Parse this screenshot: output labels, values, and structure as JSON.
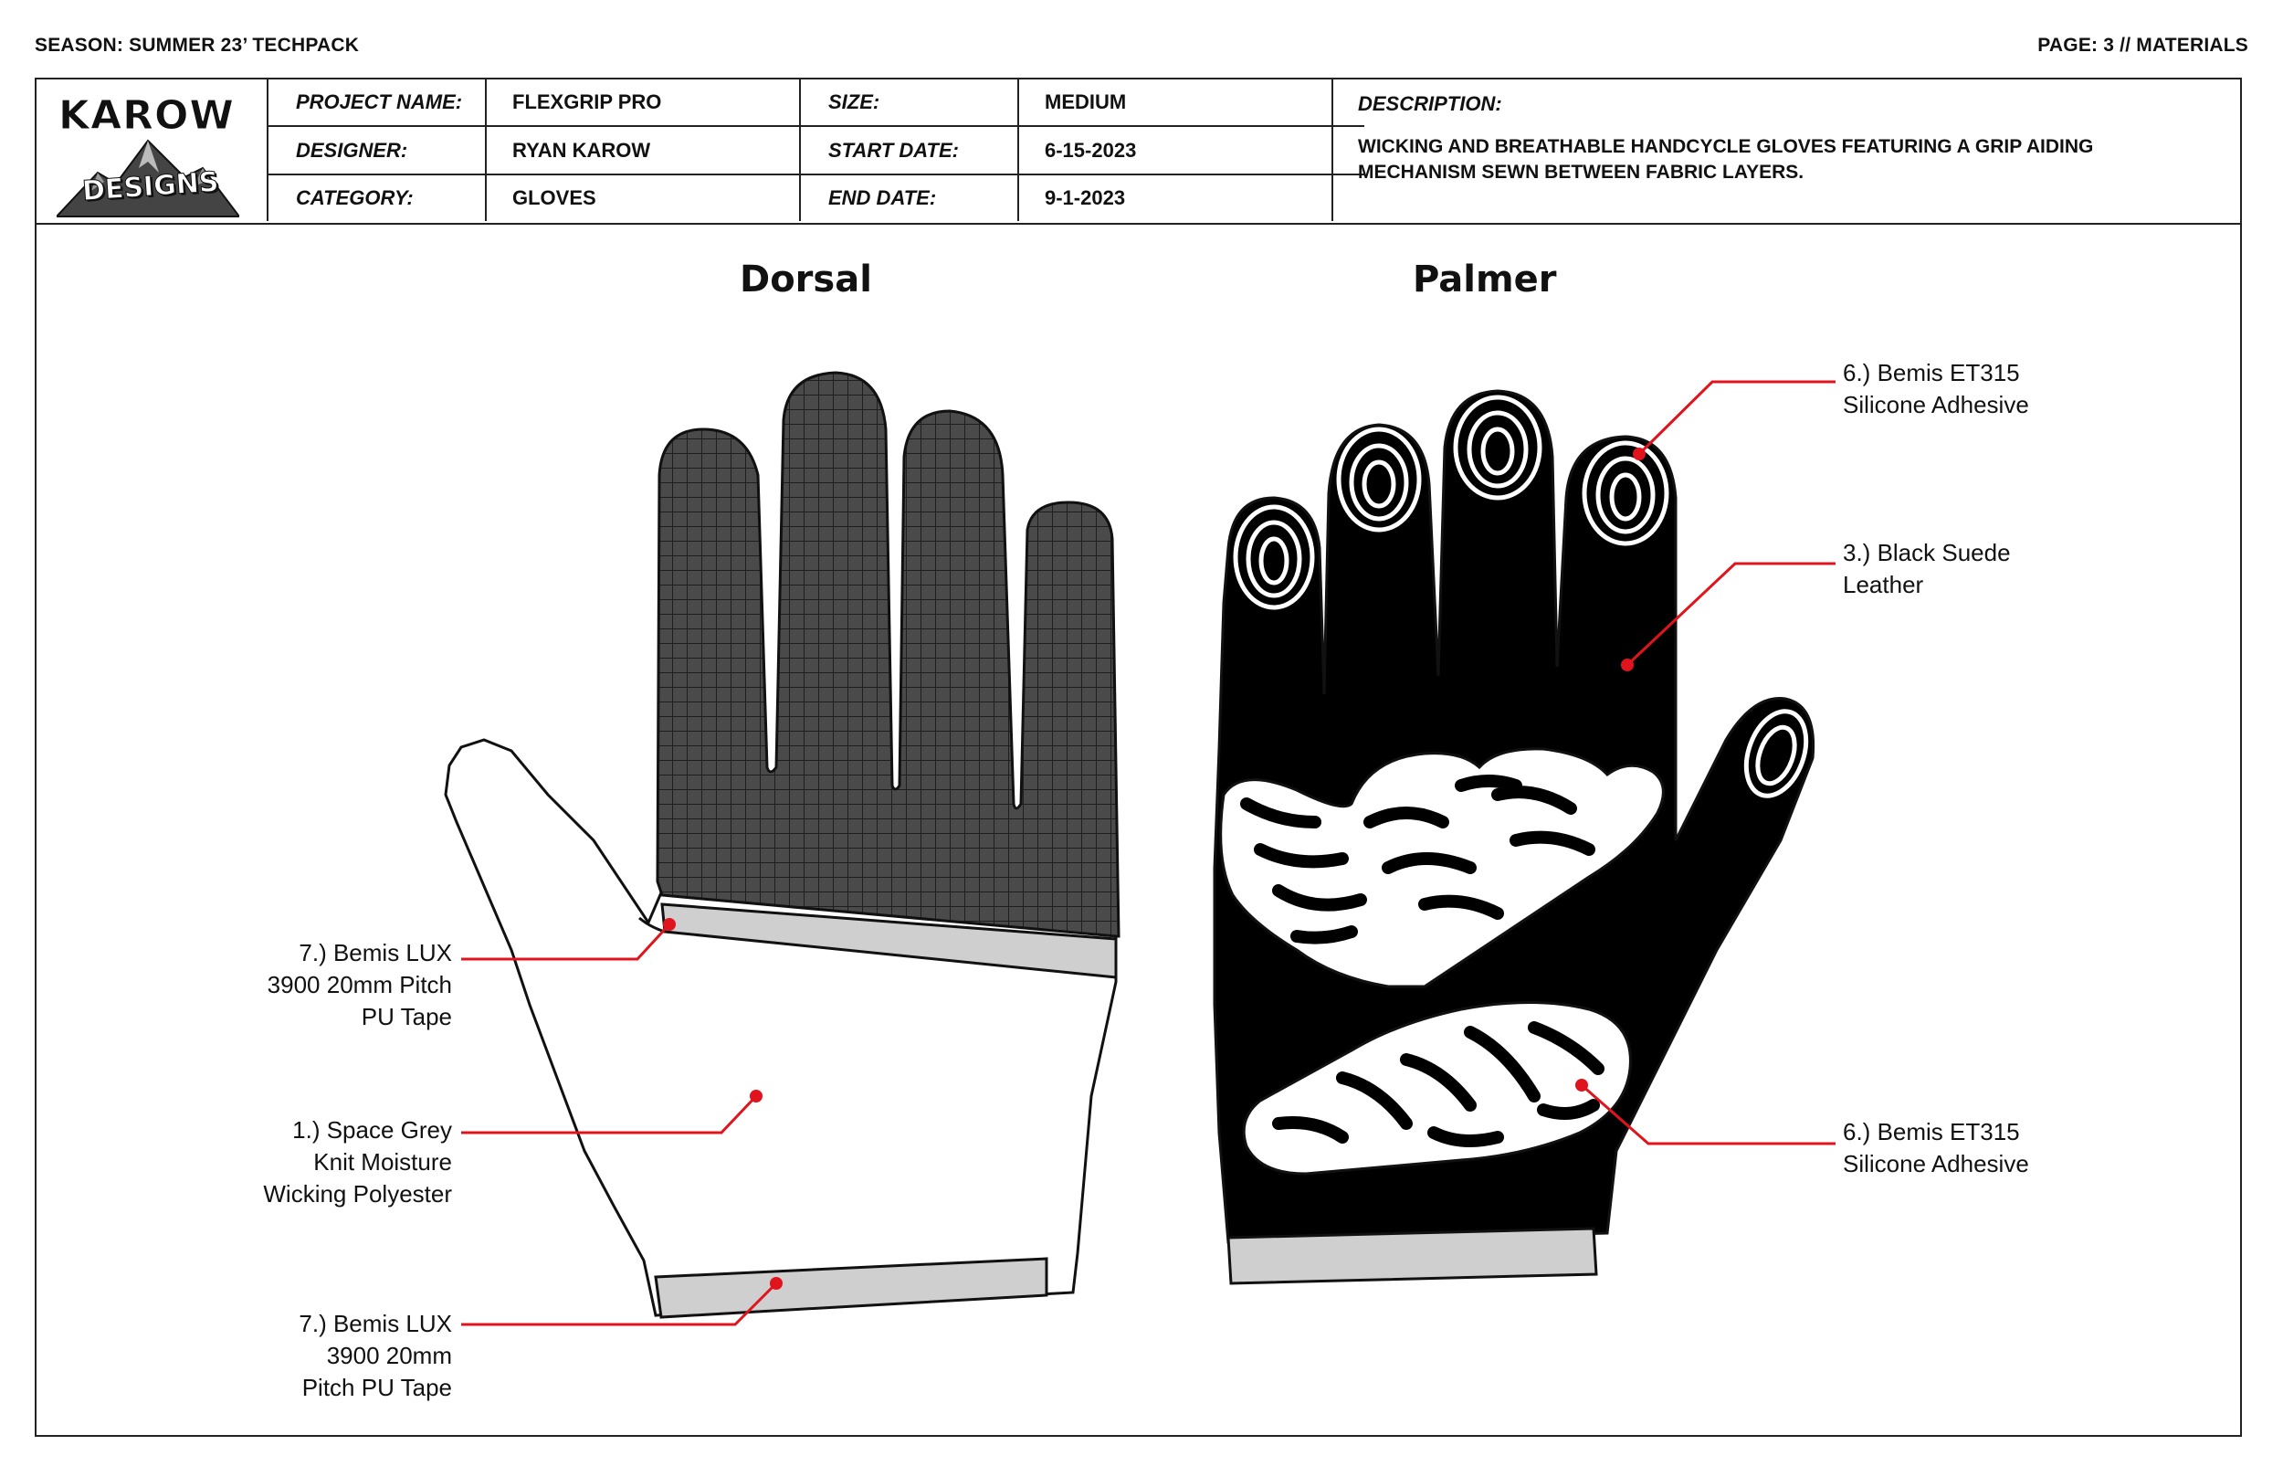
{
  "top_bar": {
    "season": "SEASON: SUMMER 23’  TECHPACK",
    "page": "PAGE: 3 // MATERIALS"
  },
  "logo": {
    "line1": "KAROW",
    "line2": "DESIGNS"
  },
  "header": {
    "project_name_label": "PROJECT NAME:",
    "project_name": "FLEXGRIP PRO",
    "designer_label": "DESIGNER:",
    "designer": "RYAN KAROW",
    "category_label": "CATEGORY:",
    "category": "GLOVES",
    "size_label": "SIZE:",
    "size": "MEDIUM",
    "start_date_label": "START DATE:",
    "start_date": "6-15-2023",
    "end_date_label": "END DATE:",
    "end_date": "9-1-2023",
    "description_label": "DESCRIPTION:",
    "description": "WICKING AND BREATHABLE HANDCYCLE GLOVES FEATURING A GRIP AIDING MECHANISM SEWN BETWEEN FABRIC LAYERS."
  },
  "views": {
    "dorsal": "Dorsal",
    "palmer": "Palmer"
  },
  "callouts": {
    "left": [
      {
        "line1": "7.) Bemis LUX",
        "line2": "3900 20mm Pitch",
        "line3": "PU Tape"
      },
      {
        "line1": "1.) Space Grey",
        "line2": "Knit Moisture",
        "line3": "Wicking Polyester"
      },
      {
        "line1": "7.) Bemis LUX",
        "line2": "3900 20mm",
        "line3": "Pitch PU Tape"
      }
    ],
    "right": [
      {
        "line1": "6.) Bemis ET315",
        "line2": "Silicone Adhesive"
      },
      {
        "line1": "3.) Black Suede",
        "line2": "Leather"
      },
      {
        "line1": "6.) Bemis ET315",
        "line2": "Silicone Adhesive"
      }
    ]
  },
  "colors": {
    "callout_line": "#e0141c",
    "mesh": "#3a3a3a",
    "tape": "#cfcfcf",
    "leather": "#000000"
  }
}
